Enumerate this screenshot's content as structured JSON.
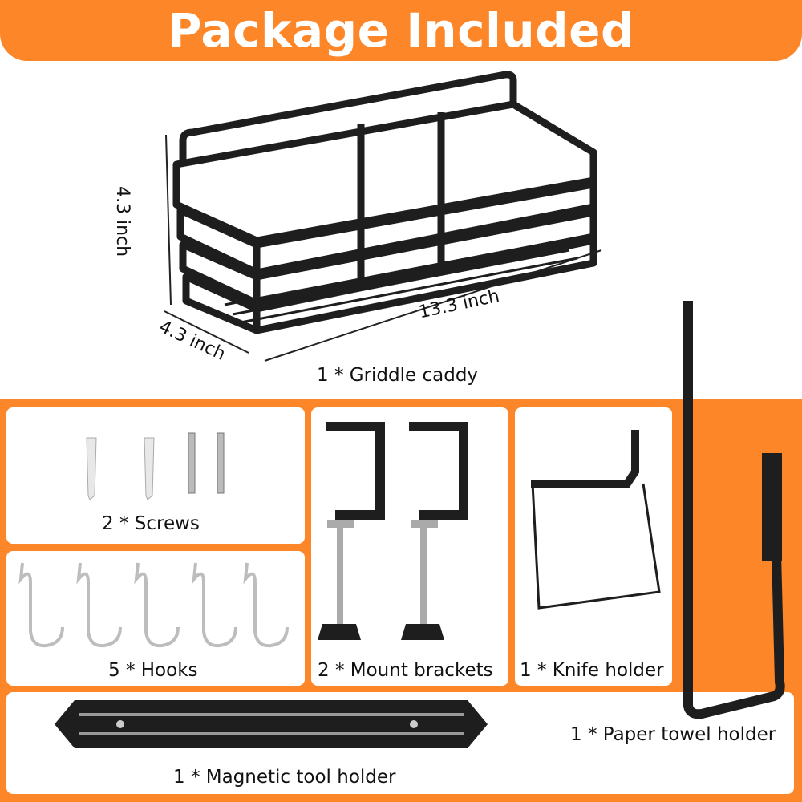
{
  "header": {
    "title": "Package Included"
  },
  "colors": {
    "accent": "#fd8629",
    "metal": "#1e1e1e"
  },
  "caddy": {
    "label": "1 * Griddle caddy",
    "height": "4.3 inch",
    "depth": "4.3 inch",
    "width": "13.3 inch"
  },
  "items": {
    "screws": "2 * Screws",
    "hooks": "5 * Hooks",
    "brackets": "2 * Mount brackets",
    "knife": "1 * Knife holder",
    "magnetic": "1 * Magnetic tool holder",
    "towel": "1 * Paper towel holder"
  }
}
